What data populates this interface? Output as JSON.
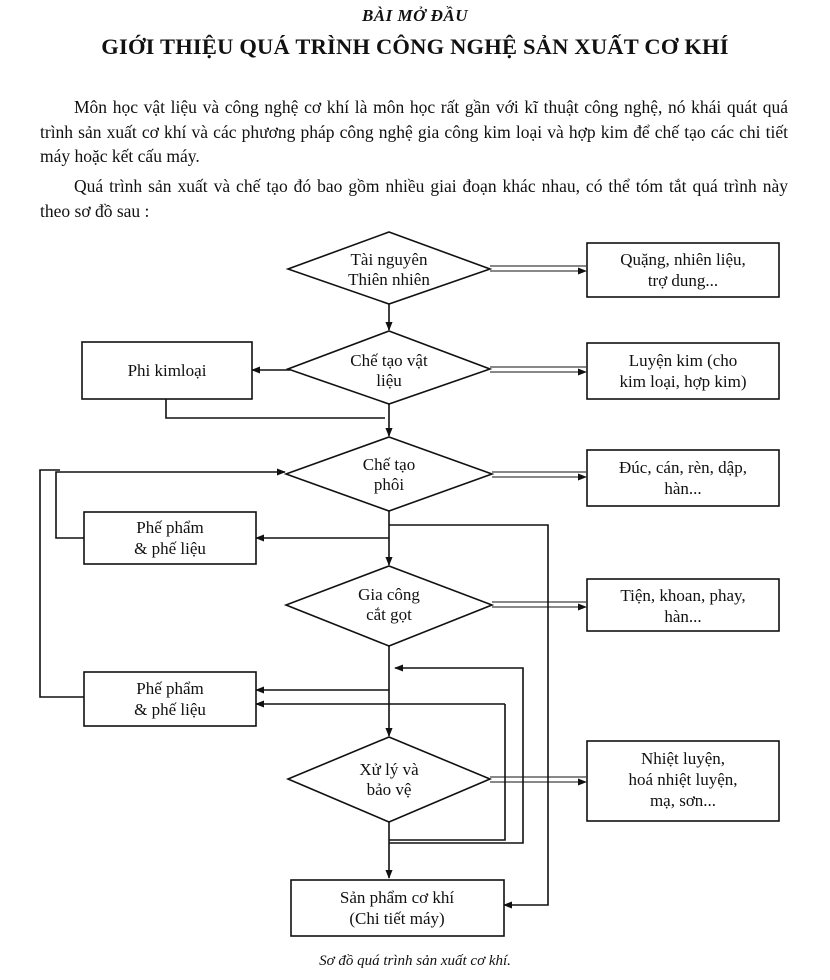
{
  "lesson_label": "BÀI MỞ ĐẦU",
  "title": "GIỚI THIỆU QUÁ TRÌNH CÔNG NGHỆ SẢN XUẤT CƠ KHÍ",
  "paragraphs": [
    "Môn học vật liệu và công nghệ cơ khí là môn học rất gần với kĩ thuật công nghệ, nó khái quát quá trình sản xuất cơ khí và các phương pháp công nghệ gia công kim loại và hợp kim để chế tạo các chi tiết máy hoặc kết cấu máy.",
    "Quá trình sản xuất và chế tạo đó bao gồm nhiều giai đoạn khác nhau, có thể tóm tắt quá trình này theo sơ đồ sau :"
  ],
  "diagram": {
    "nodes": {
      "tai_nguyen": [
        "Tài nguyên",
        "Thiên nhiên"
      ],
      "che_tao_vat_lieu": [
        "Chế tạo vật",
        "liệu"
      ],
      "che_tao_phoi": [
        "Chế tạo",
        "phôi"
      ],
      "gia_cong": [
        "Gia công",
        "cắt gọt"
      ],
      "xu_ly": [
        "Xử lý và",
        "bảo vệ"
      ],
      "quang": [
        "Quặng, nhiên liệu,",
        "trợ dung..."
      ],
      "luyen_kim": [
        "Luyện kim (cho",
        "kim loại, hợp kim)"
      ],
      "duc": [
        "Đúc, cán, rèn, dập,",
        "hàn..."
      ],
      "tien": [
        "Tiện, khoan, phay,",
        "hàn..."
      ],
      "nhiet_luyen": [
        "Nhiệt luyện,",
        "hoá nhiệt luyện,",
        "mạ, sơn..."
      ],
      "phi_kim_loai": [
        "Phi kimloại"
      ],
      "phe_pham_1": [
        "Phế phẩm",
        "& phế liệu"
      ],
      "phe_pham_2": [
        "Phế phẩm",
        "& phế liệu"
      ],
      "san_pham": [
        "Sản phẩm cơ khí",
        "(Chi tiết máy)"
      ]
    }
  },
  "caption": "Sơ đồ quá trình sản xuất cơ khí."
}
